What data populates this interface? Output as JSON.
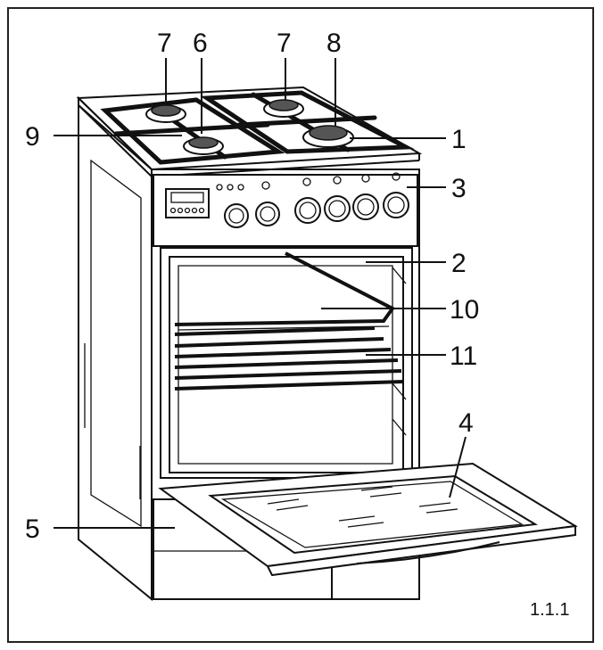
{
  "figure": {
    "figure_number": "1.1.1",
    "callouts": [
      {
        "id": "c1",
        "label": "1"
      },
      {
        "id": "c2",
        "label": "2"
      },
      {
        "id": "c3",
        "label": "3"
      },
      {
        "id": "c4",
        "label": "4"
      },
      {
        "id": "c5",
        "label": "5"
      },
      {
        "id": "c6",
        "label": "6"
      },
      {
        "id": "c7a",
        "label": "7"
      },
      {
        "id": "c7b",
        "label": "7"
      },
      {
        "id": "c8",
        "label": "8"
      },
      {
        "id": "c9",
        "label": "9"
      },
      {
        "id": "c10",
        "label": "10"
      },
      {
        "id": "c11",
        "label": "11"
      }
    ]
  }
}
